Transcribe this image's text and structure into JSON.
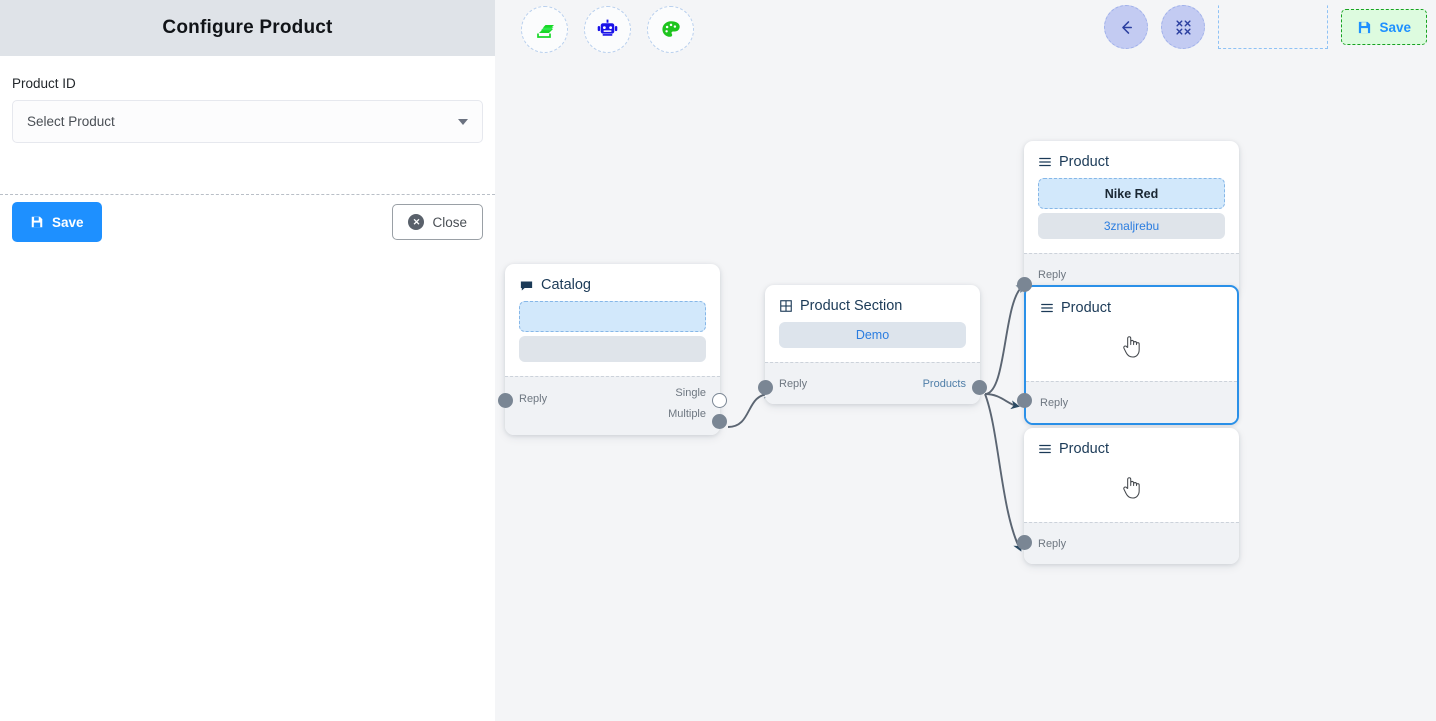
{
  "panel": {
    "title": "Configure Product",
    "field_label": "Product ID",
    "select_placeholder": "Select Product",
    "caret_icon": "chevron-down-icon",
    "save_label": "Save",
    "close_label": "Close",
    "save_icon": "floppy-disk-icon",
    "close_icon": "x-circle-icon"
  },
  "toolbar_left": [
    {
      "icon": "stack-layers-icon",
      "color": "#18d827"
    },
    {
      "icon": "robot-icon",
      "color": "#1a12e8"
    },
    {
      "icon": "palette-icon",
      "color": "#1ec41e"
    }
  ],
  "toolbar_right": {
    "back_icon": "arrow-left-icon",
    "fit_icon": "fit-to-screen-icon",
    "save_label": "Save",
    "save_icon": "floppy-disk-icon",
    "save_bg": "#ddfbdf",
    "save_border": "#17a321",
    "save_text_color": "#1e90ff"
  },
  "nodes": [
    {
      "id": "product-1",
      "title": "Product",
      "icon": "list-lines-icon",
      "selected": false,
      "chips": [
        {
          "text": "Nike Red",
          "style": "dashed"
        },
        {
          "text": "3znaljrebu",
          "style": "solid"
        }
      ],
      "ports_left": [
        "Reply"
      ],
      "ports_right": []
    },
    {
      "id": "catalog",
      "title": "Catalog",
      "icon": "chat-bubble-icon",
      "selected": false,
      "chips": [
        {
          "text": "",
          "style": "dashed"
        },
        {
          "text": "",
          "style": "solid"
        }
      ],
      "ports_left": [
        "Reply"
      ],
      "ports_right": [
        "Single",
        "Multiple"
      ]
    },
    {
      "id": "product-section",
      "title": "Product Section",
      "icon": "grid-table-icon",
      "selected": false,
      "chips": [
        {
          "text": "Demo",
          "style": "demo"
        }
      ],
      "ports_left": [
        "Reply"
      ],
      "ports_right": [
        "Products"
      ]
    },
    {
      "id": "product-2",
      "title": "Product",
      "icon": "list-lines-icon",
      "selected": true,
      "chips": [],
      "ports_left": [
        "Reply"
      ],
      "ports_right": []
    },
    {
      "id": "product-3",
      "title": "Product",
      "icon": "list-lines-icon",
      "selected": false,
      "chips": [],
      "ports_left": [
        "Reply"
      ],
      "ports_right": []
    }
  ],
  "colors": {
    "canvas_bg": "#f4f5f7",
    "panel_header_bg": "#dfe3e8",
    "primary_blue": "#1e90ff",
    "selected_border": "#2a90e8",
    "edge": "#5b6572",
    "port": "#7a8694"
  }
}
